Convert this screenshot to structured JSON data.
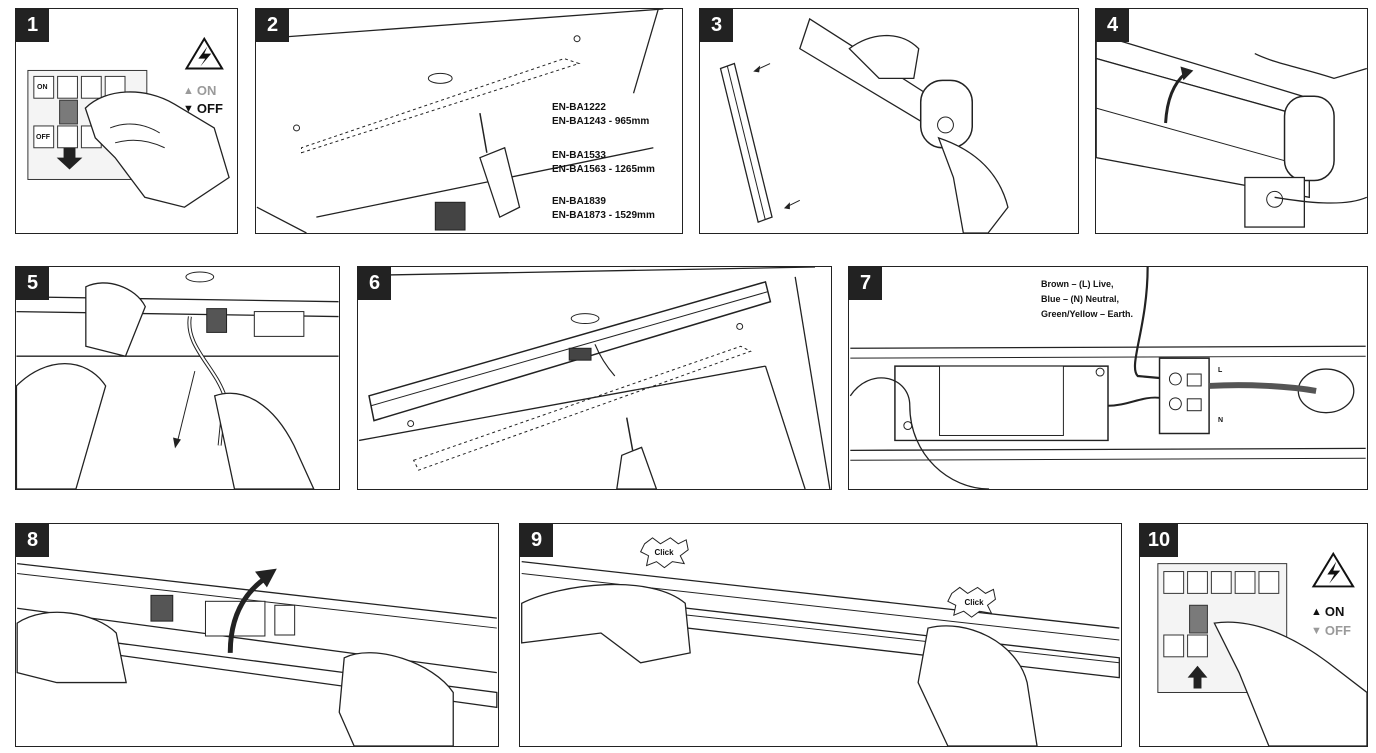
{
  "steps": [
    {
      "number": "1",
      "on_label": "ON",
      "off_label": "OFF",
      "switch_on": "ON",
      "switch_off": "OFF"
    },
    {
      "number": "2",
      "models": [
        {
          "codes": [
            "EN-BA1222",
            "EN-BA1243"
          ],
          "length": "965mm"
        },
        {
          "codes": [
            "EN-BA1533",
            "EN-BA1563"
          ],
          "length": "1265mm"
        },
        {
          "codes": [
            "EN-BA1839",
            "EN-BA1873"
          ],
          "length": "1529mm"
        }
      ]
    },
    {
      "number": "3"
    },
    {
      "number": "4"
    },
    {
      "number": "5"
    },
    {
      "number": "6"
    },
    {
      "number": "7",
      "wiring": [
        "Brown – (L) Live,",
        "Blue – (N) Neutral,",
        "Green/Yellow – Earth."
      ],
      "terminal_labels": [
        "L",
        "N"
      ]
    },
    {
      "number": "8"
    },
    {
      "number": "9",
      "click_label": "Click"
    },
    {
      "number": "10",
      "on_label": "ON",
      "off_label": "OFF"
    }
  ],
  "icons": [
    "high-voltage-warning-icon",
    "arrow-up-icon",
    "arrow-down-icon",
    "hand-icon",
    "drill-icon",
    "curved-arrow-icon"
  ],
  "colors": {
    "border": "#222222",
    "badge_bg": "#222222",
    "badge_text": "#ffffff",
    "muted": "#9a9a9a",
    "switch_fill": "#7a7a7a"
  }
}
